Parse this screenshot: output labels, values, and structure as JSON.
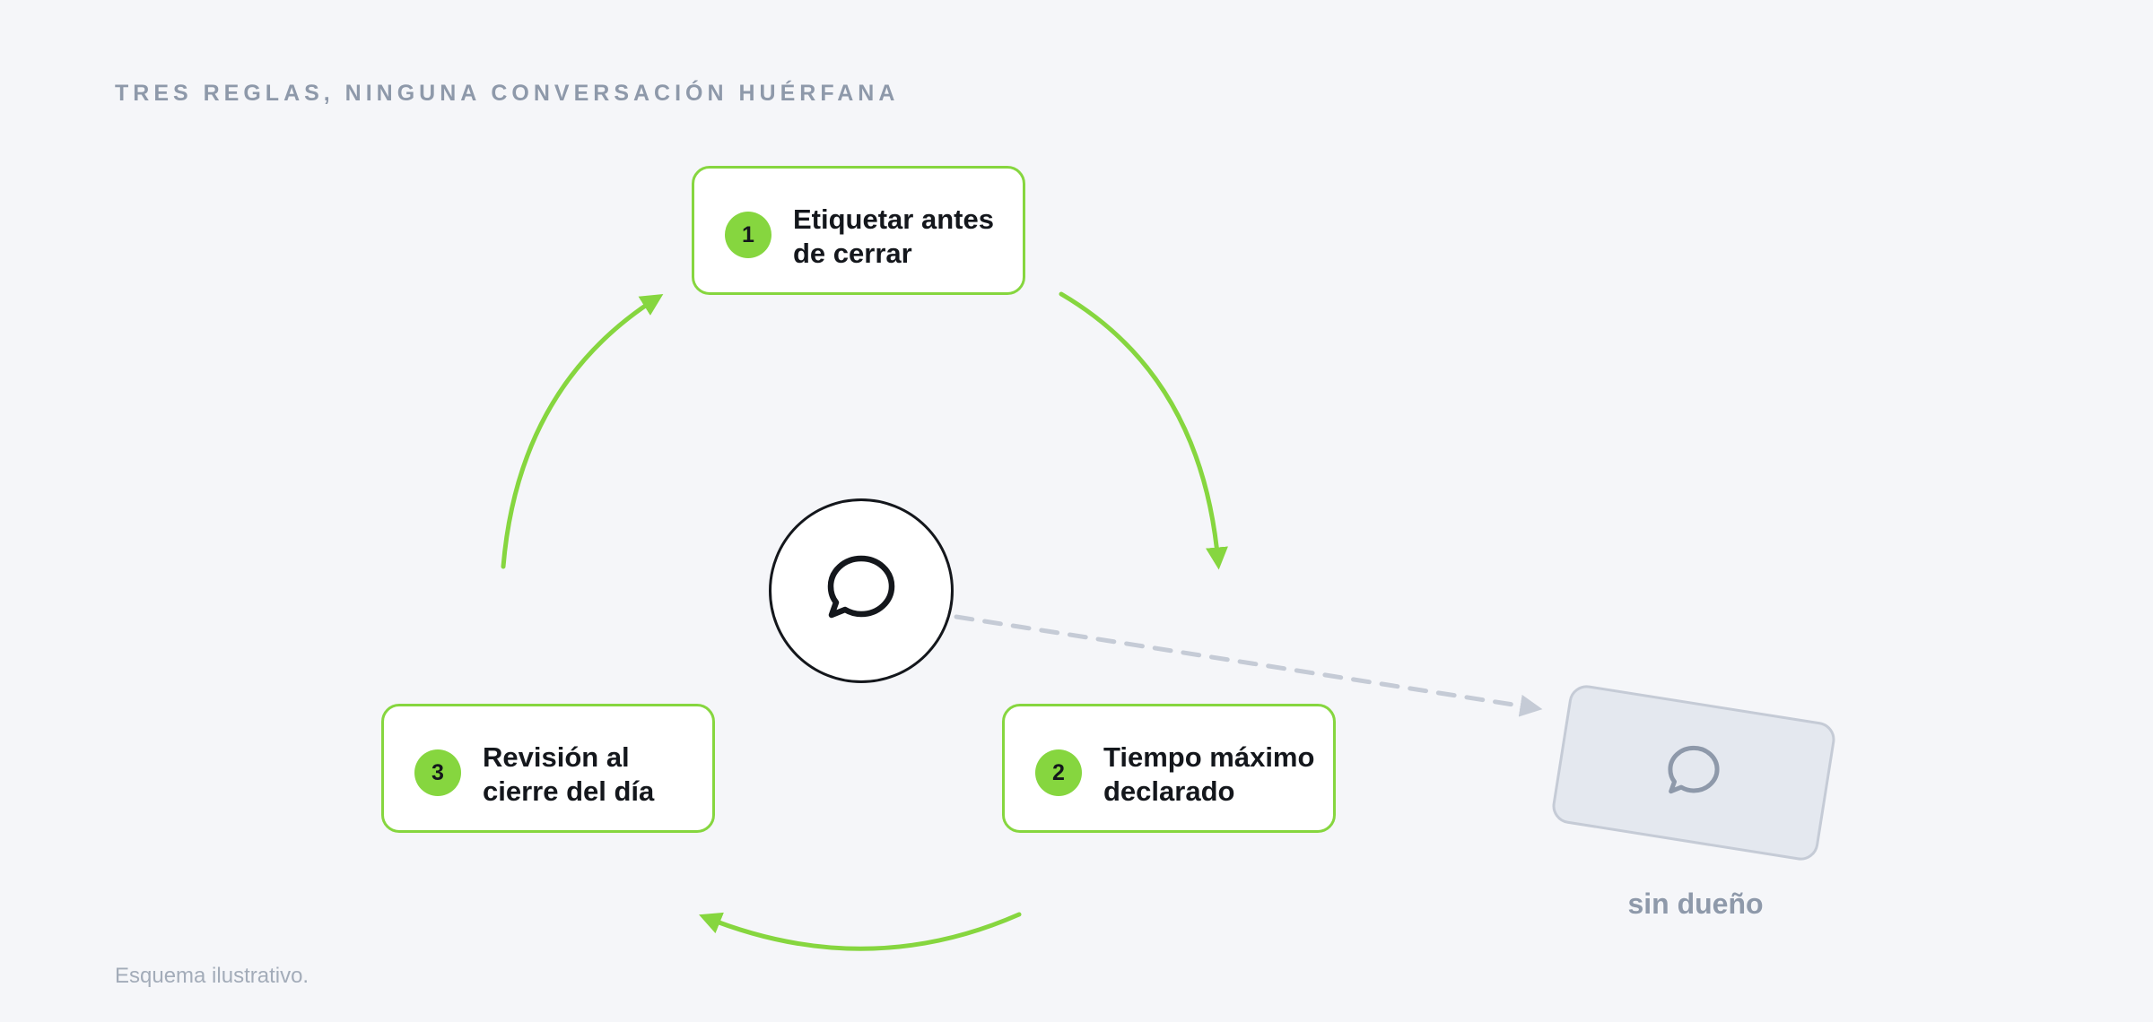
{
  "heading": "TRES REGLAS, NINGUNA CONVERSACIÓN HUÉRFANA",
  "rules": [
    {
      "number": "1",
      "line1": "Etiquetar antes",
      "line2": "de cerrar"
    },
    {
      "number": "2",
      "line1": "Tiempo máximo",
      "line2": "declarado"
    },
    {
      "number": "3",
      "line1": "Revisión al",
      "line2": "cierre del día"
    }
  ],
  "center": {
    "icon": "chat-bubble-icon"
  },
  "orphan": {
    "icon": "chat-bubble-icon",
    "label": "sin dueño"
  },
  "footnote": "Esquema ilustrativo.",
  "colors": {
    "accent": "#86d63f",
    "ink": "#14171c",
    "muted": "#8e99aa",
    "background": "#f5f6f9",
    "orphan_fill": "#e4e8ef",
    "dashed": "#c5cbd6"
  }
}
